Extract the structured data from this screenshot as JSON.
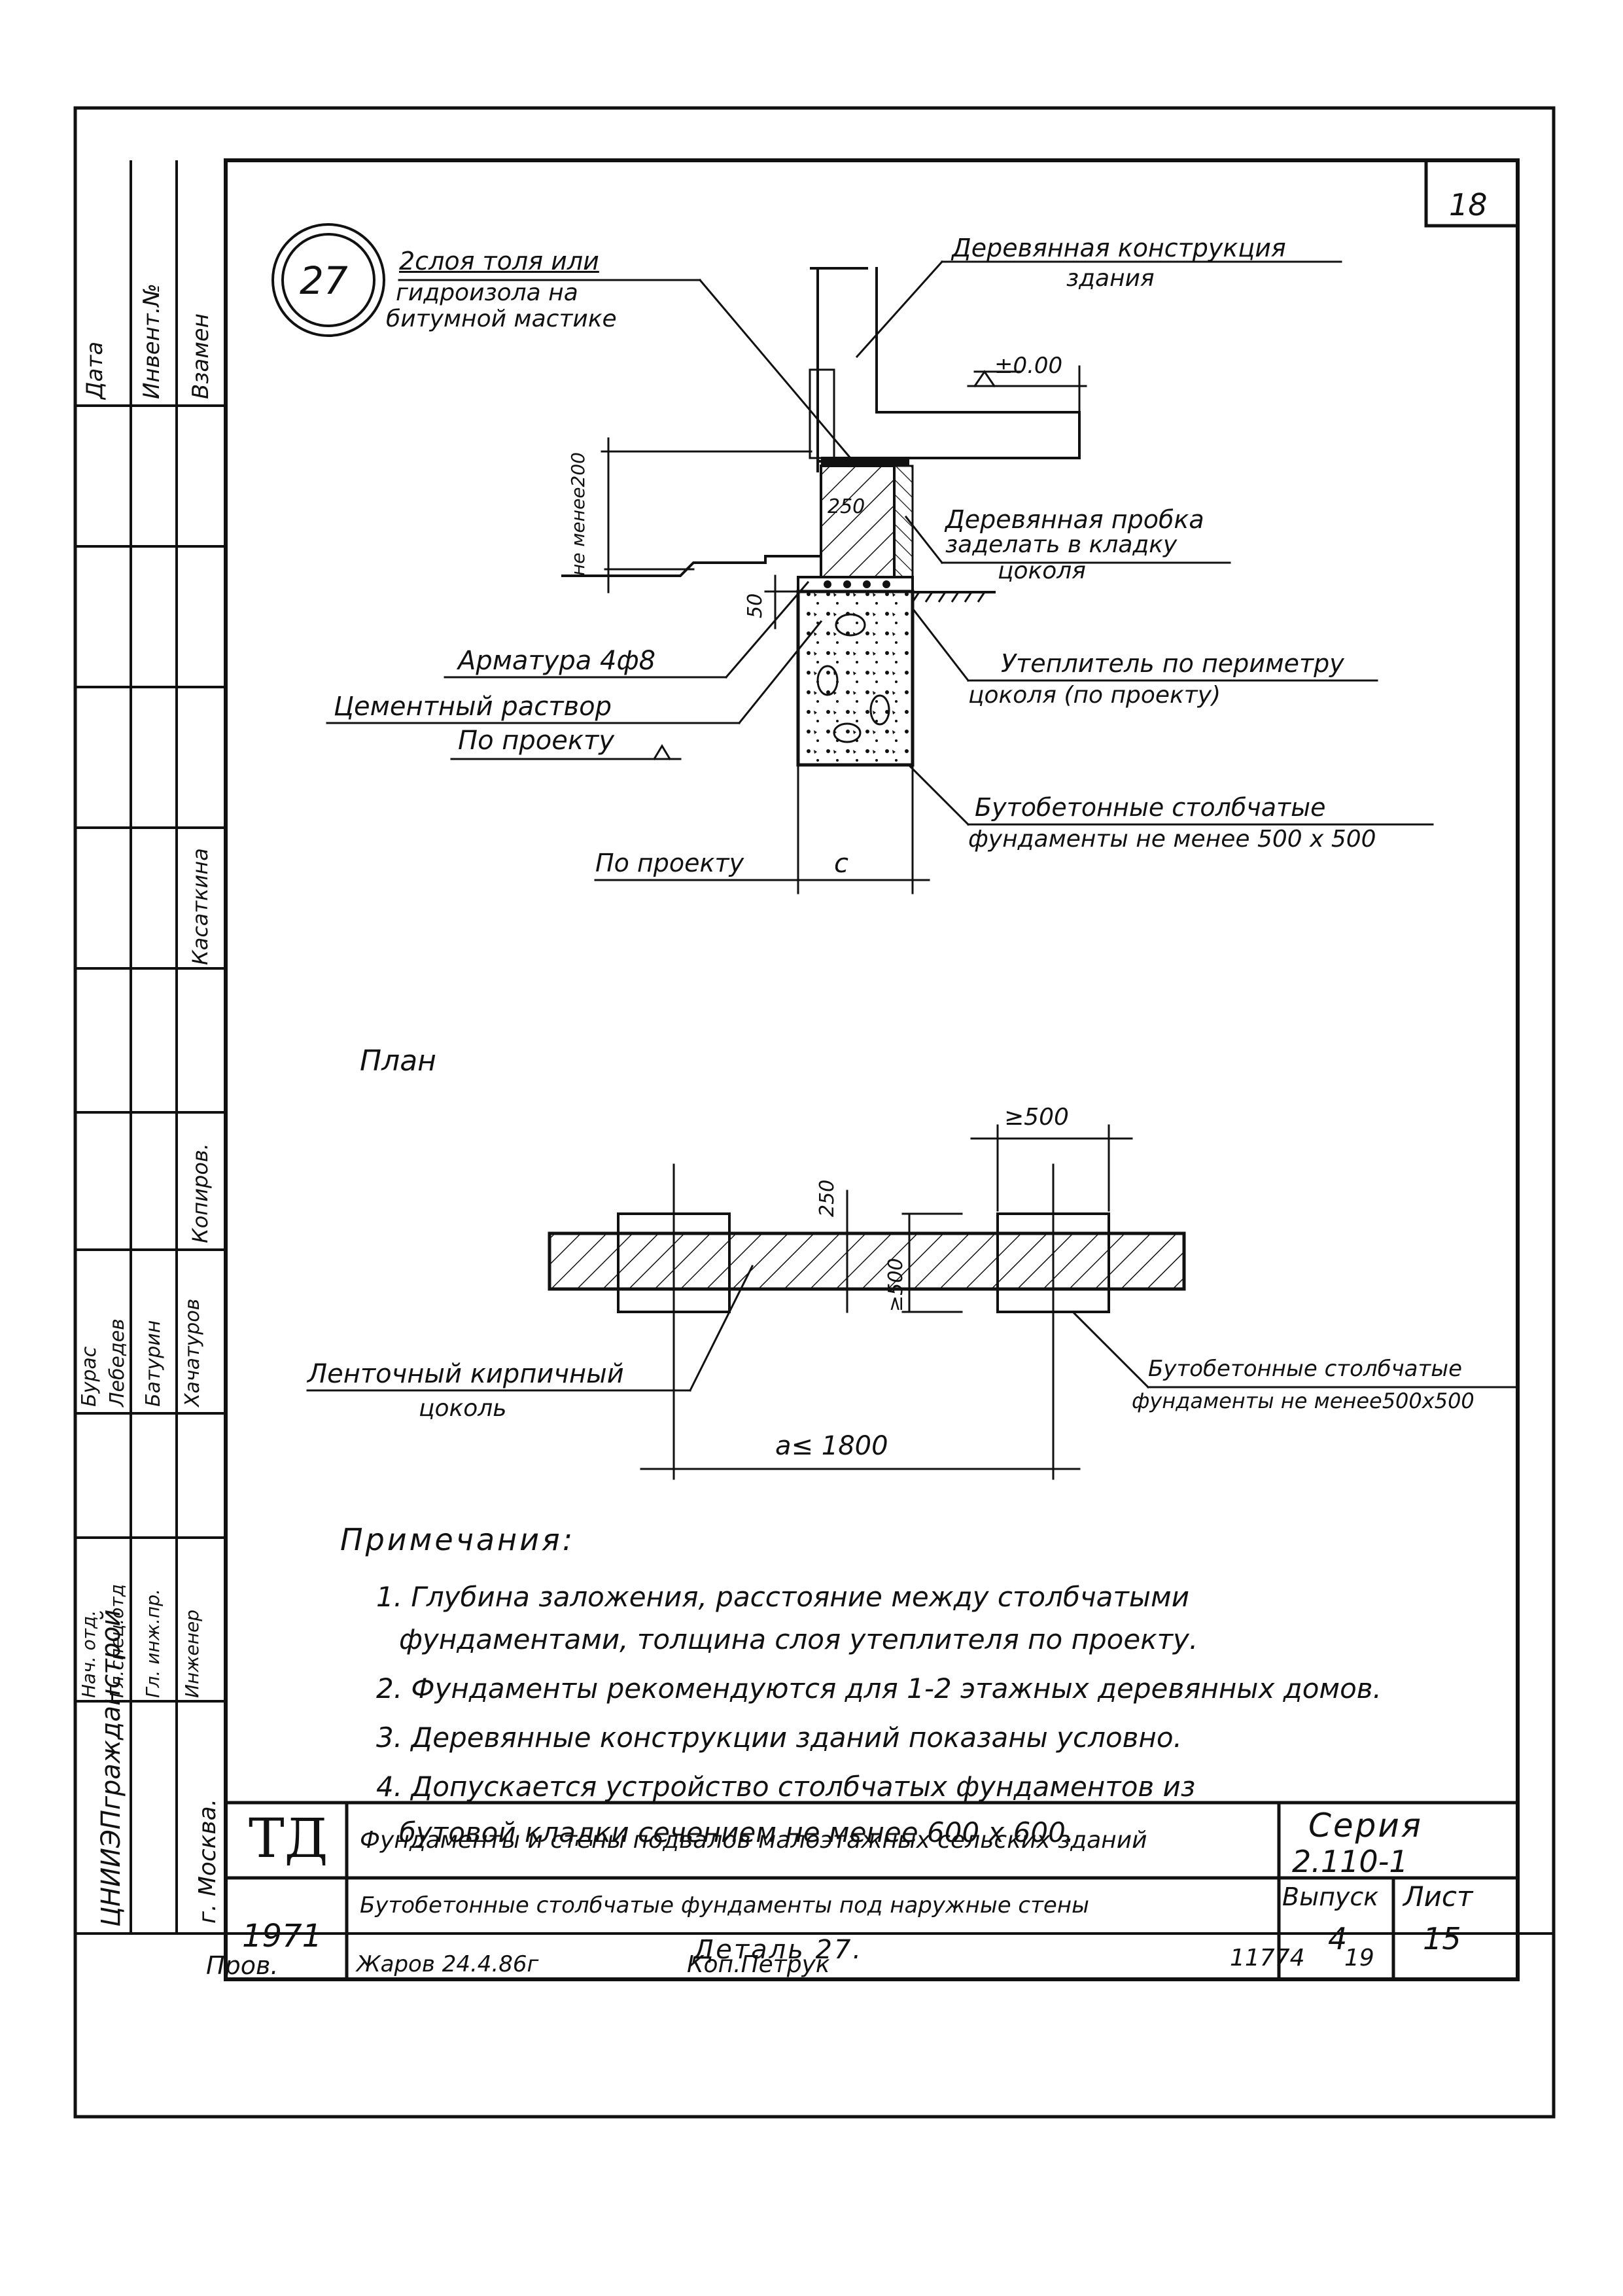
{
  "sheet_number": "18",
  "detail_number": "27",
  "section": {
    "label_waterproof": [
      "2слоя толя или",
      "гидроизола на",
      "битумной мастике"
    ],
    "label_wood_structure": [
      "Деревянная конструкция",
      "здания"
    ],
    "level_mark": "±0.00",
    "dim_not_less_200": "не менее200",
    "dim_250": "250",
    "dim_50": "50",
    "label_wood_plug": [
      "Деревянная пробка",
      "заделать в кладку",
      "цоколя"
    ],
    "label_rebar": "Арматура 4ф8",
    "label_cement": [
      "Цементный раствор",
      "По проекту"
    ],
    "label_insulation": [
      "Утеплитель по периметру",
      "цоколя (по проекту)"
    ],
    "label_rubble_foundations": [
      "Бутобетонные столбчатые",
      "фундаменты не менее 500 х 500"
    ],
    "dim_by_project": "По проекту",
    "dim_c": "с"
  },
  "plan": {
    "title": "План",
    "dim_ge500": "≥500",
    "dim_250": "250",
    "dim_ge500_vert": "≥500",
    "label_strip": [
      "Ленточный кирпичный",
      "цоколь"
    ],
    "label_columns": [
      "Бутобетонные столбчатые",
      "фундаменты не менее500х500"
    ],
    "dim_a": "а≤ 1800"
  },
  "notes": {
    "heading": "Примечания:",
    "items": [
      "1. Глубина заложения, расстояние между столбчатыми",
      "фундаментами, толщина слоя утеплителя по проекту.",
      "2. Фундаменты рекомендуются для 1-2 этажных деревянных домов.",
      "3. Деревянные конструкции зданий показаны условно.",
      "4. Допускается устройство столбчатых фундаментов из",
      "бутовой кладки сечением не менее 600 х 600."
    ]
  },
  "title_block": {
    "logo": "ТД",
    "year": "1971",
    "title_line1": "Фундаменты и стены подвалов малоэтажных сельских зданий",
    "title_line2": "Бутобетонные столбчатые фундаменты под наружные стены",
    "title_line3": "Деталь 27.",
    "series_label": "Серия",
    "series_value": "2.110-1",
    "issue_label": "Выпуск",
    "issue_value": "4",
    "sheet_label": "Лист",
    "sheet_value": "15",
    "bottom_code": "11774",
    "bottom_num": "19"
  },
  "side_stamp": {
    "top_labels": [
      "Дата",
      "Инвент.№",
      "Взамен"
    ],
    "name1": "Касаткина",
    "name2": "Копиров.",
    "signatures": [
      "Бурас",
      "Лебедев",
      "Батурин",
      "Хачатуров"
    ],
    "roles": [
      "Нач. отд.",
      "Гл.спец.отд",
      "Гл. инж.пр.",
      "Инженер"
    ],
    "org": "ЦНИИЭПгражданстрой",
    "city": "г. Москва."
  },
  "footer": {
    "checked": "Пров.",
    "checker": "Жаров 24.4.86г",
    "copier": "Коп.Петрук"
  }
}
